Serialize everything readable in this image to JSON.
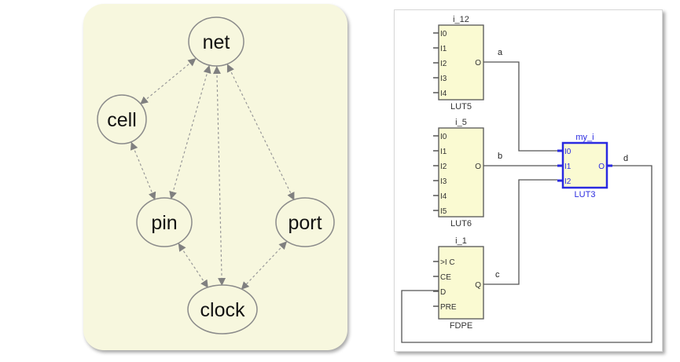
{
  "graph": {
    "nodes": [
      {
        "id": "net",
        "label": "net"
      },
      {
        "id": "cell",
        "label": "cell"
      },
      {
        "id": "pin",
        "label": "pin"
      },
      {
        "id": "port",
        "label": "port"
      },
      {
        "id": "clock",
        "label": "clock"
      }
    ],
    "edges": [
      {
        "from": "net",
        "to": "cell",
        "bidirectional": true
      },
      {
        "from": "net",
        "to": "pin",
        "bidirectional": true
      },
      {
        "from": "net",
        "to": "clock",
        "bidirectional": true
      },
      {
        "from": "net",
        "to": "port",
        "bidirectional": true
      },
      {
        "from": "cell",
        "to": "pin",
        "bidirectional": true
      },
      {
        "from": "pin",
        "to": "clock",
        "bidirectional": true
      },
      {
        "from": "port",
        "to": "clock",
        "bidirectional": true
      }
    ],
    "colors": {
      "panel_bg": "#f7f7de",
      "node_stroke": "#8a8a8a",
      "edge": "#999999",
      "arrow": "#808080"
    }
  },
  "schematic": {
    "cells": [
      {
        "instance": "i_12",
        "type": "LUT5",
        "inputs": [
          "I0",
          "I1",
          "I2",
          "I3",
          "I4"
        ],
        "output": "O",
        "selected": false
      },
      {
        "instance": "i_5",
        "type": "LUT6",
        "inputs": [
          "I0",
          "I1",
          "I2",
          "I3",
          "I4",
          "I5"
        ],
        "output": "O",
        "selected": false
      },
      {
        "instance": "i_1",
        "type": "FDPE",
        "inputs": [
          ">I C",
          "CE",
          "D",
          "PRE"
        ],
        "output": "Q",
        "selected": false
      },
      {
        "instance": "my_i",
        "type": "LUT3",
        "inputs": [
          "I0",
          "I1",
          "I2"
        ],
        "output": "O",
        "selected": true
      }
    ],
    "nets": [
      {
        "name": "a",
        "from": "i_12.O",
        "to": "my_i.I0"
      },
      {
        "name": "b",
        "from": "i_5.O",
        "to": "my_i.I1"
      },
      {
        "name": "c",
        "from": "i_1.Q",
        "to": "my_i.I2"
      },
      {
        "name": "d",
        "from": "my_i.O",
        "to": "i_1.D"
      }
    ],
    "colors": {
      "cell_fill": "#fafad2",
      "cell_stroke": "#555555",
      "selected": "#2a2ae0",
      "wire": "#555555"
    }
  }
}
